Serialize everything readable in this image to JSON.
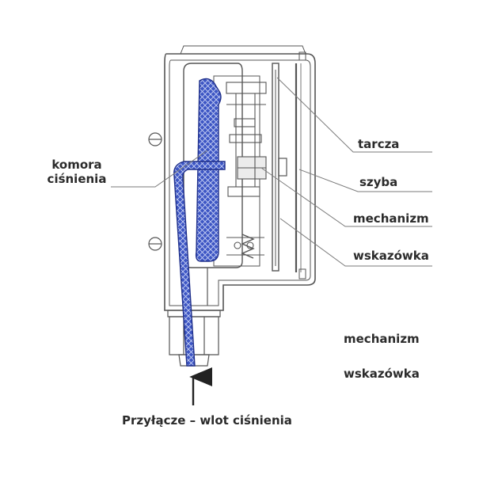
{
  "labels": {
    "chamber_line1": "komora",
    "chamber_line2": "ciśnienia",
    "dial": "tarcza",
    "glass": "szyba",
    "mechanism": "mechanizm",
    "pointer": "wskazówka",
    "legend_mechanism": "mechanizm",
    "legend_pointer": "wskazówka",
    "inlet": "Przyłącze – wlot ciśnienia"
  },
  "colors": {
    "outline": "#555555",
    "leader": "#7a7a7a",
    "chamber_fill": "#3d56c4",
    "chamber_edge": "#1f2f8a",
    "text": "#2b2b2b"
  }
}
